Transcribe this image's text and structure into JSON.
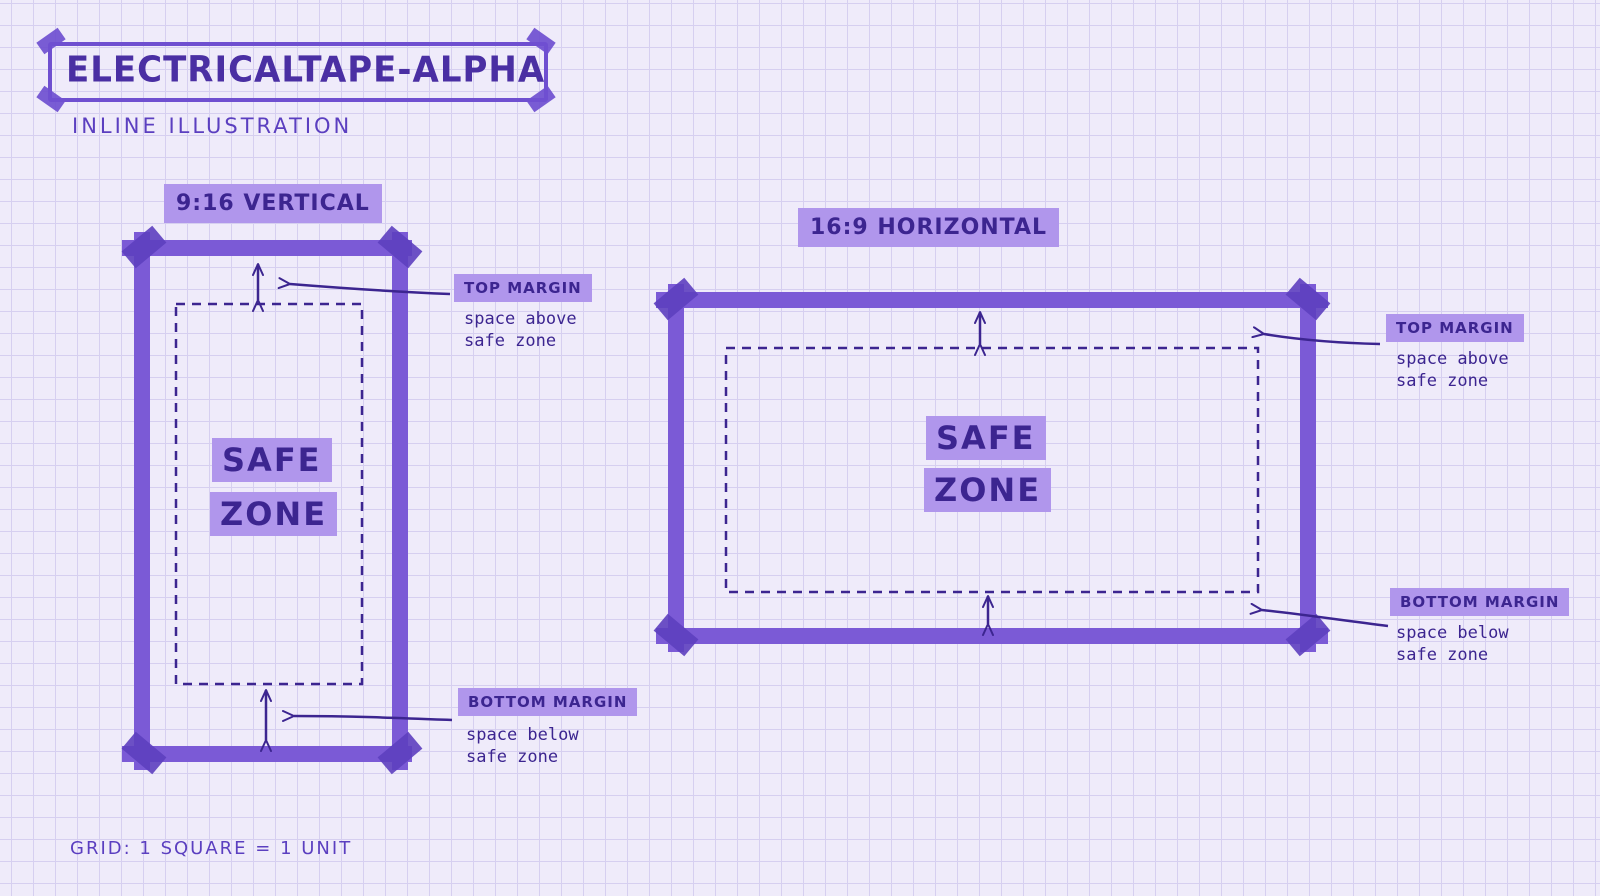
{
  "header": {
    "title": "ELECTRICALTAPE-ALPHA",
    "subtitle": "INLINE ILLUSTRATION"
  },
  "vertical": {
    "label": "9:16 VERTICAL",
    "safe_line1": "SAFE",
    "safe_line2": "ZONE",
    "top_margin": {
      "label": "TOP MARGIN",
      "note1": "space above",
      "note2": "safe zone"
    },
    "bottom_margin": {
      "label": "BOTTOM MARGIN",
      "note1": "space below",
      "note2": "safe zone"
    }
  },
  "horizontal": {
    "label": "16:9 HORIZONTAL",
    "safe_line1": "SAFE",
    "safe_line2": "ZONE",
    "top_margin": {
      "label": "TOP MARGIN",
      "note1": "space above",
      "note2": "safe zone"
    },
    "bottom_margin": {
      "label": "BOTTOM MARGIN",
      "note1": "space below",
      "note2": "safe zone"
    }
  },
  "footer": {
    "grid_note": "GRID:  1 SQUARE = 1 UNIT"
  },
  "colors": {
    "tape": "#7b5ad6",
    "tape_light": "#b096ec",
    "ink": "#3c2590",
    "paper": "#efebfa",
    "grid": "#d6cff0"
  }
}
